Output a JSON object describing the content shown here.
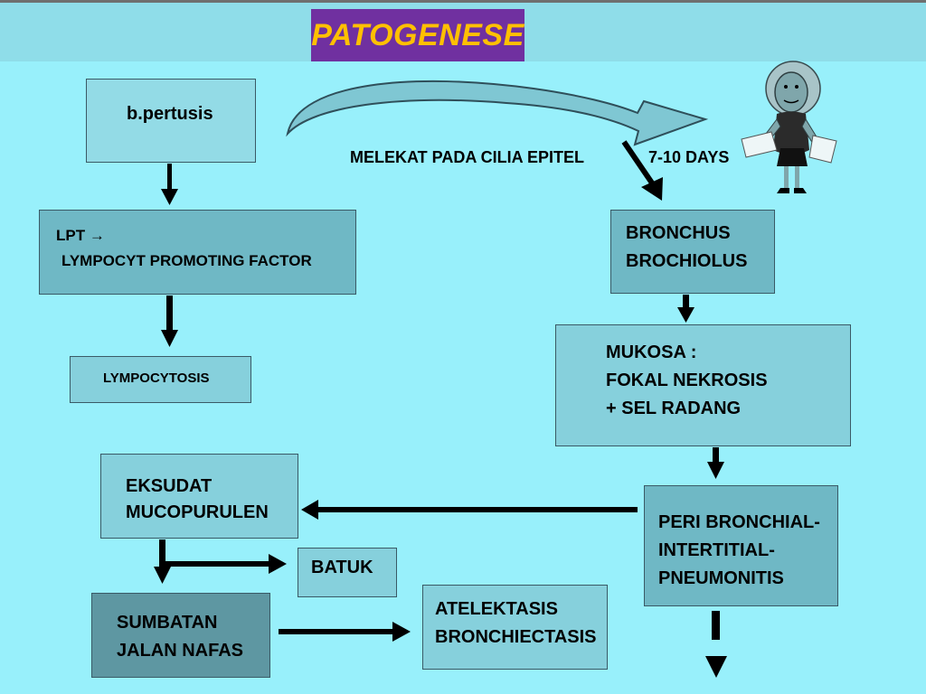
{
  "title": "PATOGENESE",
  "nodes": {
    "bpertusis": "b.pertusis",
    "lpt_line1": "LPT →",
    "lpt_line2": "LYMPOCYT PROMOTING FACTOR",
    "lympocytosis": "LYMPOCYTOSIS",
    "bronchus_line1": "BRONCHUS",
    "bronchus_line2": "BROCHIOLUS",
    "mukosa_line1": "MUKOSA :",
    "mukosa_line2": "FOKAL NEKROSIS",
    "mukosa_line3": "+ SEL RADANG",
    "eksudat_line1": "EKSUDAT",
    "eksudat_line2": "MUCOPURULEN",
    "batuk": "BATUK",
    "peri_line1": "PERI BRONCHIAL-",
    "peri_line2": "INTERTITIAL-",
    "peri_line3": "PNEUMONITIS",
    "sumbatan_line1": "SUMBATAN",
    "sumbatan_line2": "JALAN NAFAS",
    "atelektasis_line1": "ATELEKTASIS",
    "atelektasis_line2": "BRONCHIECTASIS"
  },
  "labels": {
    "melekat": "MELEKAT PADA CILIA EPITEL",
    "days": "7-10 DAYS"
  },
  "colors": {
    "background": "#98f0fb",
    "title_bg": "#7030a0",
    "title_text": "#ffc000",
    "box_light": "#86d0dc",
    "box_mid": "#6fb8c5",
    "box_dark": "#5e97a2"
  },
  "icons": {
    "character": "teacher-character-icon"
  }
}
